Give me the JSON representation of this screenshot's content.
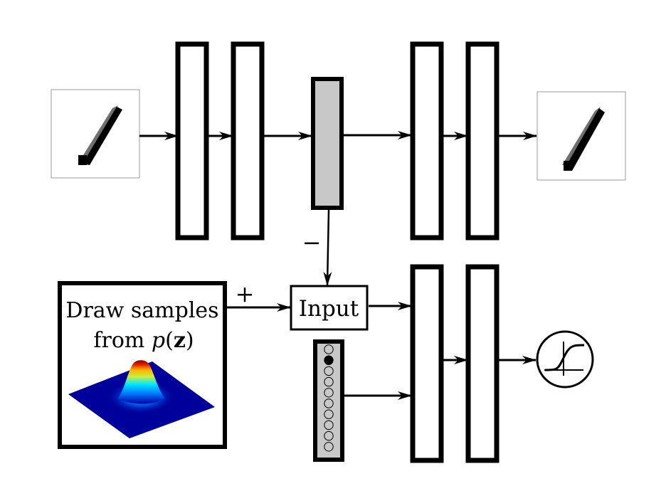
{
  "diagram": {
    "title": "Adversarial autoencoder architecture",
    "encoder": {
      "input_image": {
        "label": "",
        "icon": "mnist-digit-one-image"
      },
      "layers": 2,
      "latent_code": {
        "fill": "#c8c8c8"
      }
    },
    "decoder": {
      "layers": 2,
      "output_image": {
        "label": "",
        "icon": "mnist-digit-one-reconstruction-image"
      }
    },
    "prior_box": {
      "line1": "Draw samples",
      "line2_prefix": "from ",
      "line2_math": "p",
      "line2_open": "(",
      "line2_bold": "z",
      "line2_close": ")",
      "icon": "gaussian-surface-plot"
    },
    "signs": {
      "negative": "−",
      "positive": "+"
    },
    "input_box": {
      "label": "Input"
    },
    "one_hot": {
      "count": 10,
      "active_index": 1,
      "fill": "#c8c8c8"
    },
    "discriminator": {
      "layers": 2,
      "output_icon": "sigmoid-icon"
    },
    "colors": {
      "stroke": "#000000",
      "latent_fill": "#c8c8c8",
      "image_border": "#999999",
      "background": "#ffffff"
    }
  }
}
